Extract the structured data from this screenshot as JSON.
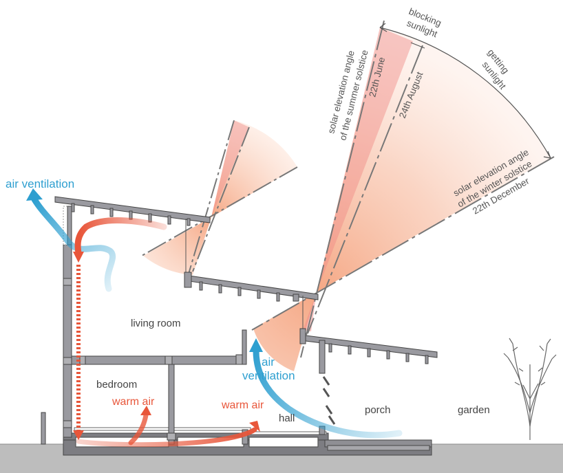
{
  "labels": {
    "living_room": "living room",
    "bedroom": "bedroom",
    "hall": "hall",
    "porch": "porch",
    "garden": "garden",
    "air_ventilation_top": "air ventilation",
    "air_ventilation_mid_line1": "air",
    "air_ventilation_mid_line2": "ventilation",
    "warm_air_left": "warm air",
    "warm_air_right": "warm air",
    "blocking_line1": "blocking",
    "blocking_line2": "sunlight",
    "getting_line1": "getting",
    "getting_line2": "sunlight",
    "summer_line1": "solar elevation angle",
    "summer_line2": "of the summer solstice",
    "date_june": "22th June",
    "date_august": "24th August",
    "winter_line1": "solar elevation angle",
    "winter_line2": "of the winter solstice",
    "date_december": "22th December"
  },
  "colors": {
    "structure": "#9a9aa0",
    "structure_stroke": "#555555",
    "ground": "#bdbdbd",
    "ventilation_blue": "#2e9fd0",
    "warm_air_red": "#e8563a",
    "sun_light": "#f5b49a",
    "sun_strong": "#f08a86",
    "label_text": "#444444"
  }
}
